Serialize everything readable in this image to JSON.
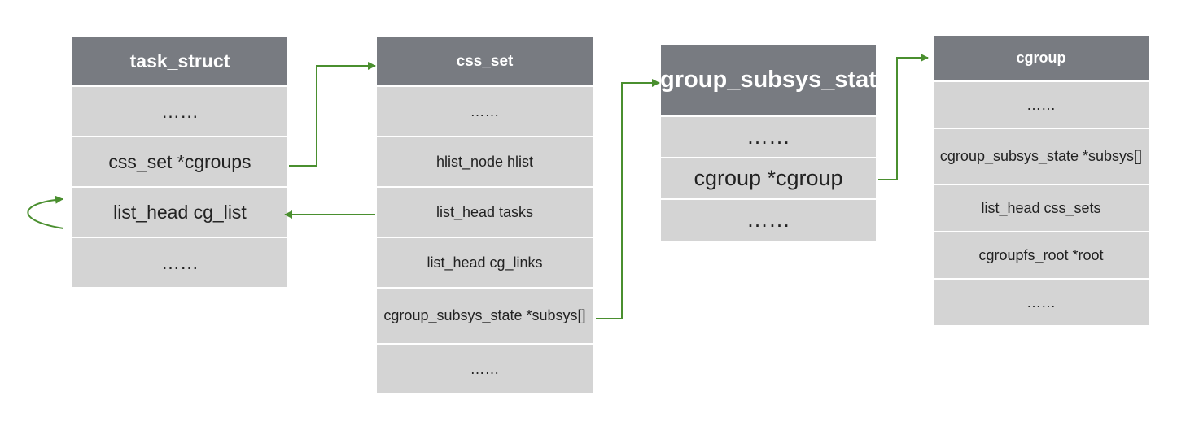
{
  "colors": {
    "header_bg": "#787b81",
    "row_bg": "#d4d4d4",
    "arrow": "#4a8f2f"
  },
  "structs": [
    {
      "title": "task_struct",
      "rows": [
        "……",
        "css_set *cgroups",
        "list_head cg_list",
        "……"
      ]
    },
    {
      "title": "css_set",
      "rows": [
        "……",
        "hlist_node hlist",
        "list_head tasks",
        "list_head cg_links",
        "cgroup_subsys_state *subsys[]",
        "……"
      ]
    },
    {
      "title": "cgroup_subsys_state",
      "rows": [
        "……",
        "cgroup *cgroup",
        "……"
      ]
    },
    {
      "title": "cgroup",
      "rows": [
        "……",
        "cgroup_subsys_state *subsys[]",
        "list_head css_sets",
        "cgroupfs_root *root",
        "……"
      ]
    }
  ],
  "links": [
    {
      "from": "task_struct.css_set *cgroups",
      "to": "css_set"
    },
    {
      "from": "css_set.list_head tasks",
      "to": "task_struct.list_head cg_list"
    },
    {
      "from": "task_struct.list_head cg_list",
      "to": "task_struct.list_head cg_list"
    },
    {
      "from": "css_set.cgroup_subsys_state *subsys[]",
      "to": "cgroup_subsys_state"
    },
    {
      "from": "cgroup_subsys_state.cgroup *cgroup",
      "to": "cgroup"
    }
  ]
}
